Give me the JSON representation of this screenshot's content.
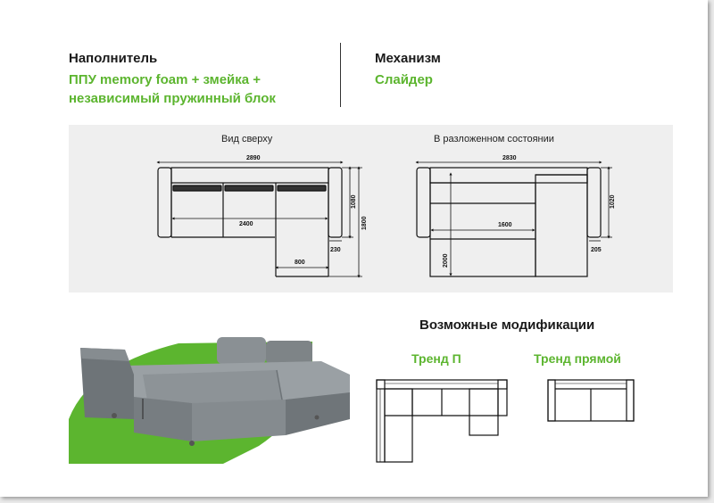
{
  "filler": {
    "heading": "Наполнитель",
    "line1": "ППУ memory foam + змейка +",
    "line2": "независимый пружинный блок"
  },
  "mechanism": {
    "heading": "Механизм",
    "value": "Слайдер"
  },
  "diagram_top": {
    "caption": "Вид сверху",
    "width_total": "2890",
    "depth": "1080",
    "depth_total": "1800",
    "inner_width": "2400",
    "chaise_width": "800",
    "arm_width": "230"
  },
  "diagram_unfolded": {
    "caption": "В разложенном состоянии",
    "width_total": "2830",
    "depth": "1020",
    "sleep_width": "1600",
    "sleep_length": "2000",
    "arm_width": "205"
  },
  "modifications": {
    "heading": "Возможные модификации",
    "items": [
      {
        "label": "Тренд П"
      },
      {
        "label": "Тренд прямой"
      }
    ]
  },
  "colors": {
    "accent": "#5cb52f",
    "panel": "#efefef",
    "sofa": "#7e8487"
  }
}
